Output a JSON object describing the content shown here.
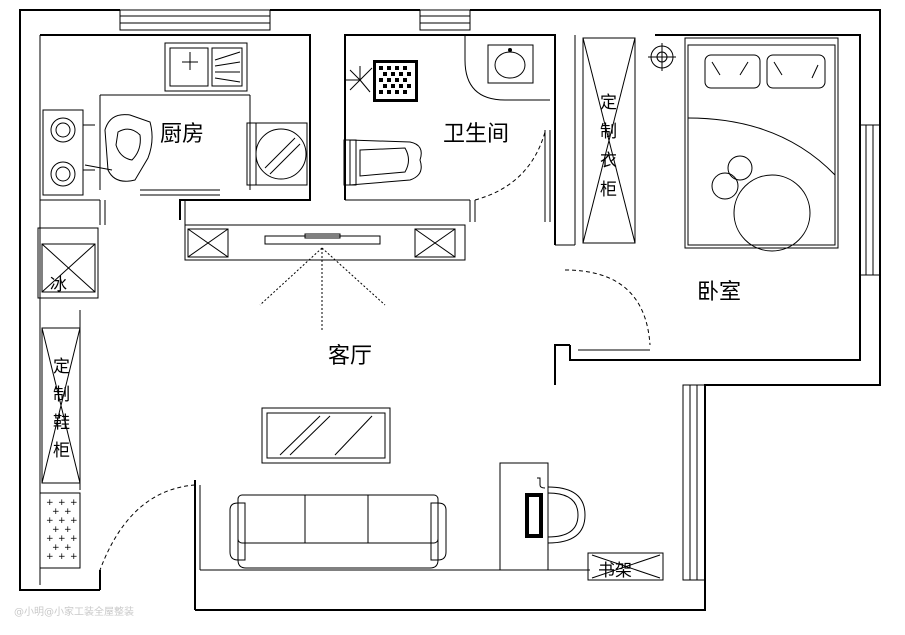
{
  "rooms": {
    "kitchen": "厨房",
    "bathroom": "卫生间",
    "bedroom": "卧室",
    "living_room": "客厅"
  },
  "furniture": {
    "wardrobe": [
      "定",
      "制",
      "衣",
      "柜"
    ],
    "shoe_cabinet": [
      "定",
      "制",
      "鞋",
      "柜"
    ],
    "cabinet_text": "冰",
    "rack": "书架"
  },
  "watermark": "@小明@小家工装全屋整装"
}
